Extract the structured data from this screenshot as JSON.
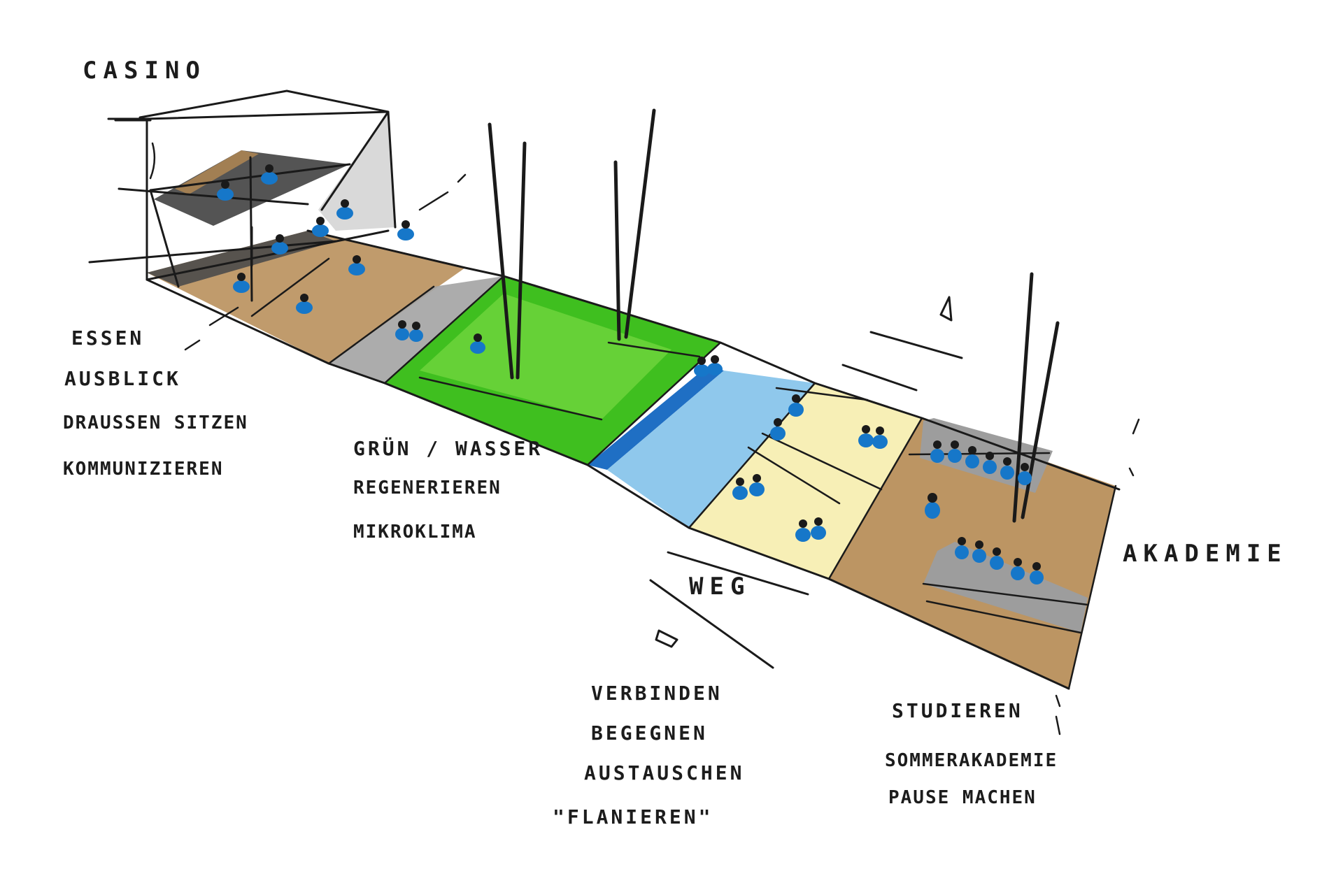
{
  "labels": {
    "casino": "CASINO",
    "akademie": "AKADEMIE",
    "weg": "WEG",
    "casino_notes": [
      "ESSEN",
      "AUSBLICK",
      "DRAUSSEN SITZEN",
      "KOMMUNIZIEREN"
    ],
    "green_notes": [
      "GRÜN / WASSER",
      "REGENERIEREN",
      "MIKROKLIMA"
    ],
    "path_notes": [
      "VERBINDEN",
      "BEGEGNEN",
      "AUSTAUSCHEN",
      "\"FLANIEREN\""
    ],
    "akademie_notes": [
      "STUDIEREN",
      "SOMMERAKADEMIE",
      "PAUSE MACHEN"
    ]
  },
  "colors": {
    "ink": "#1a1a1a",
    "wood": "#b58a52",
    "paving_grey": "#a3a3a3",
    "dark_floor": "#4b4b4b",
    "lawn_green": "#3fbf1f",
    "water_blue": "#8fc8ec",
    "channel_blue": "#1f6fc4",
    "sand": "#f7efb6",
    "figure_blue": "#1677c9"
  },
  "icons": {
    "direction_marker": "triangle-arrow-icon",
    "person": "seated-person-icon"
  }
}
